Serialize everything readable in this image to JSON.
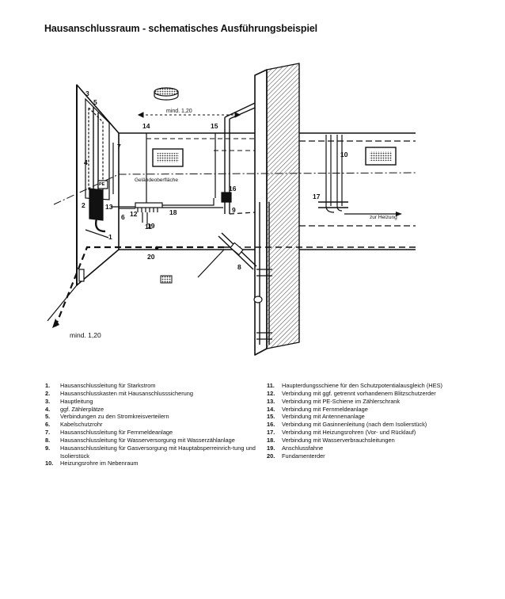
{
  "title": "Hausanschlussraum - schematisches Ausführungsbeispiel",
  "diagram": {
    "labels": {
      "n1": "1",
      "n2": "2",
      "n3": "3",
      "n4": "4",
      "n5": "5",
      "n6": "6",
      "n7": "7",
      "n8": "8",
      "n9": "9",
      "n10": "10",
      "n11": "11",
      "n12": "12",
      "n13": "13",
      "n14": "14",
      "n15": "15",
      "n16": "16",
      "n17": "17",
      "n18": "18",
      "n19": "19",
      "n20": "20",
      "pe": "PE",
      "ground_surface": "Geländeoberfläche",
      "to_heating": "zur Heizung",
      "dim_top": "mind. 1,20",
      "dim_bottom": "mind. 1,20"
    }
  },
  "legend": {
    "left": [
      {
        "num": "1.",
        "text": "Hausanschlussleitung für Starkstrom"
      },
      {
        "num": "2.",
        "text": "Hausanschlusskasten mit Hausanschlusssicherung"
      },
      {
        "num": "3.",
        "text": "Hauptleitung"
      },
      {
        "num": "4.",
        "text": "ggf. Zählerplätze"
      },
      {
        "num": "5.",
        "text": "Verbindungen zu den Stromkreisverteilern"
      },
      {
        "num": "6.",
        "text": "Kabelschutzrohr"
      },
      {
        "num": "7.",
        "text": "Hausanschlussleitung für Fernmeldeanlage"
      },
      {
        "num": "8.",
        "text": "Hausanschlussleitung für Wasserversorgung mit Wasserzählanlage"
      },
      {
        "num": "9.",
        "text": "Hausanschlussleitung für Gasversorgung mit Hauptabsperreinrich-tung und Isolierstück"
      },
      {
        "num": "10.",
        "text": "Heizungsrohre im Nebenraum"
      }
    ],
    "right": [
      {
        "num": "11.",
        "text": "Haupterdungsschiene für den Schutzpotentialausgleich (HES)"
      },
      {
        "num": "12.",
        "text": "Verbindung mit ggf. getrennt vorhandenem Blitzschutzerder"
      },
      {
        "num": "13.",
        "text": "Verbindung mit PE-Schiene im Zählerschrank"
      },
      {
        "num": "14.",
        "text": "Verbindung mit Fernmeldeanlage"
      },
      {
        "num": "15.",
        "text": "Verbindung mit Antennenanlage"
      },
      {
        "num": "16.",
        "text": "Verbindung mit Gasinnenleitung (nach dem Isolierstück)"
      },
      {
        "num": "17.",
        "text": "Verbindung mit Heizungsrohren (Vor- und Rücklauf)"
      },
      {
        "num": "18.",
        "text": "Verbindung mit Wasserverbrauchsleitungen"
      },
      {
        "num": "19.",
        "text": "Anschlussfahne"
      },
      {
        "num": "20.",
        "text": "Fundamenterder"
      }
    ]
  }
}
